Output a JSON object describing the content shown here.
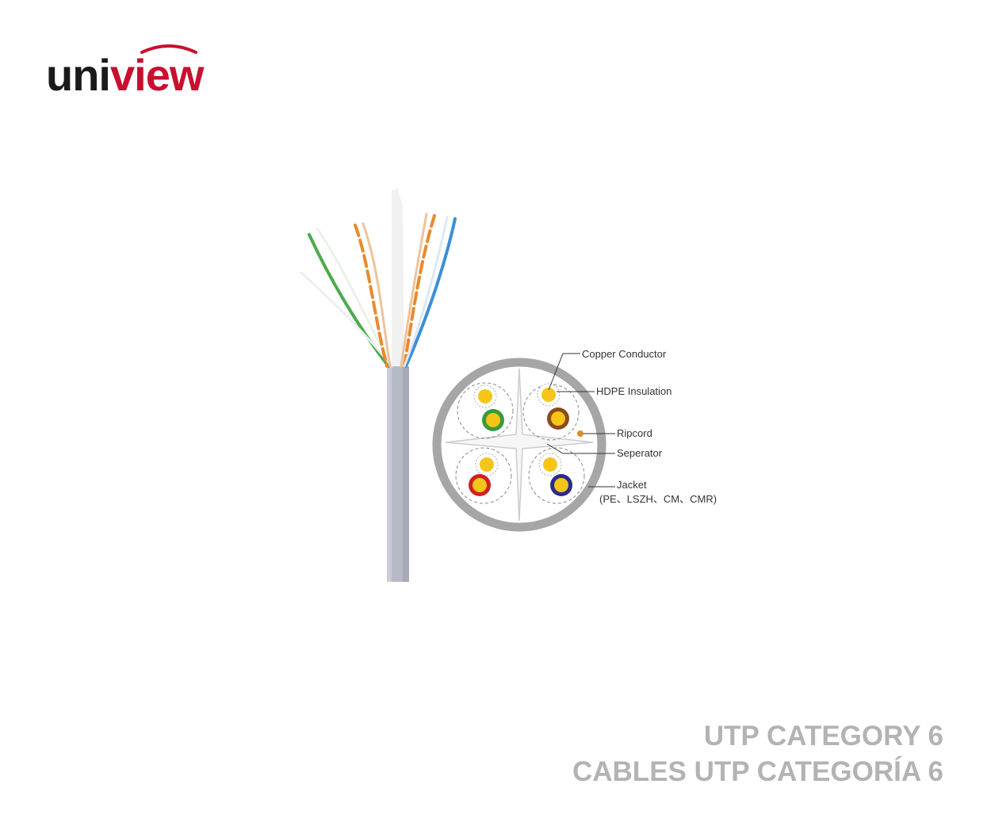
{
  "brand": {
    "logo_text": "uniview",
    "logo_color_dark": "#1a1a1a",
    "logo_color_accent": "#c8102e"
  },
  "diagram": {
    "labels": {
      "copper_conductor": "Copper Conductor",
      "hdpe_insulation": "HDPE Insulation",
      "ripcord": "Ripcord",
      "separator": "Seperator",
      "jacket": "Jacket",
      "jacket_types": "(PE、LSZH、CM、CMR)"
    },
    "colors": {
      "jacket": "#a6a6a6",
      "conductor": "#f5c518",
      "green": "#3a9a3a",
      "brown": "#8b4a1c",
      "red": "#d21f1f",
      "blue": "#2a2a8c",
      "ripcord": "#e08a2a",
      "orange_wire": "#e98a2e",
      "blue_wire": "#3b8fd6"
    }
  },
  "caption": {
    "line1": "UTP CATEGORY 6",
    "line2": "CABLES UTP CATEGORÍA 6"
  }
}
